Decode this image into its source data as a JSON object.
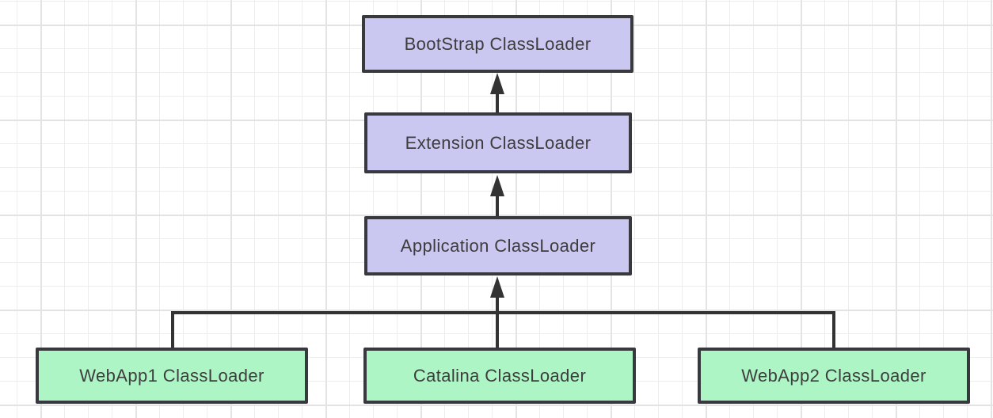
{
  "colors": {
    "canvas_bg": "#ffffff",
    "grid_minor": "#ededed",
    "grid_major": "#e3e3e3",
    "node_border": "#38383f",
    "connector": "#333333",
    "text": "#3d3d3d",
    "system_fill": "#cac7f0",
    "webapp_fill": "#aef5c6"
  },
  "diagram": {
    "nodes": [
      {
        "id": "bootstrap",
        "label": "BootStrap ClassLoader",
        "kind": "system"
      },
      {
        "id": "extension",
        "label": "Extension ClassLoader",
        "kind": "system"
      },
      {
        "id": "application",
        "label": "Application ClassLoader",
        "kind": "system"
      },
      {
        "id": "webapp1",
        "label": "WebApp1 ClassLoader",
        "kind": "webapp"
      },
      {
        "id": "catalina",
        "label": "Catalina ClassLoader",
        "kind": "webapp"
      },
      {
        "id": "webapp2",
        "label": "WebApp2 ClassLoader",
        "kind": "webapp"
      }
    ],
    "edges": [
      {
        "from": "extension",
        "to": "bootstrap",
        "style": "arrow-up"
      },
      {
        "from": "application",
        "to": "extension",
        "style": "arrow-up"
      },
      {
        "from": "catalina",
        "to": "application",
        "style": "arrow-up"
      },
      {
        "from": "webapp1",
        "to": "application",
        "style": "elbow-join"
      },
      {
        "from": "webapp2",
        "to": "application",
        "style": "elbow-join"
      }
    ]
  }
}
